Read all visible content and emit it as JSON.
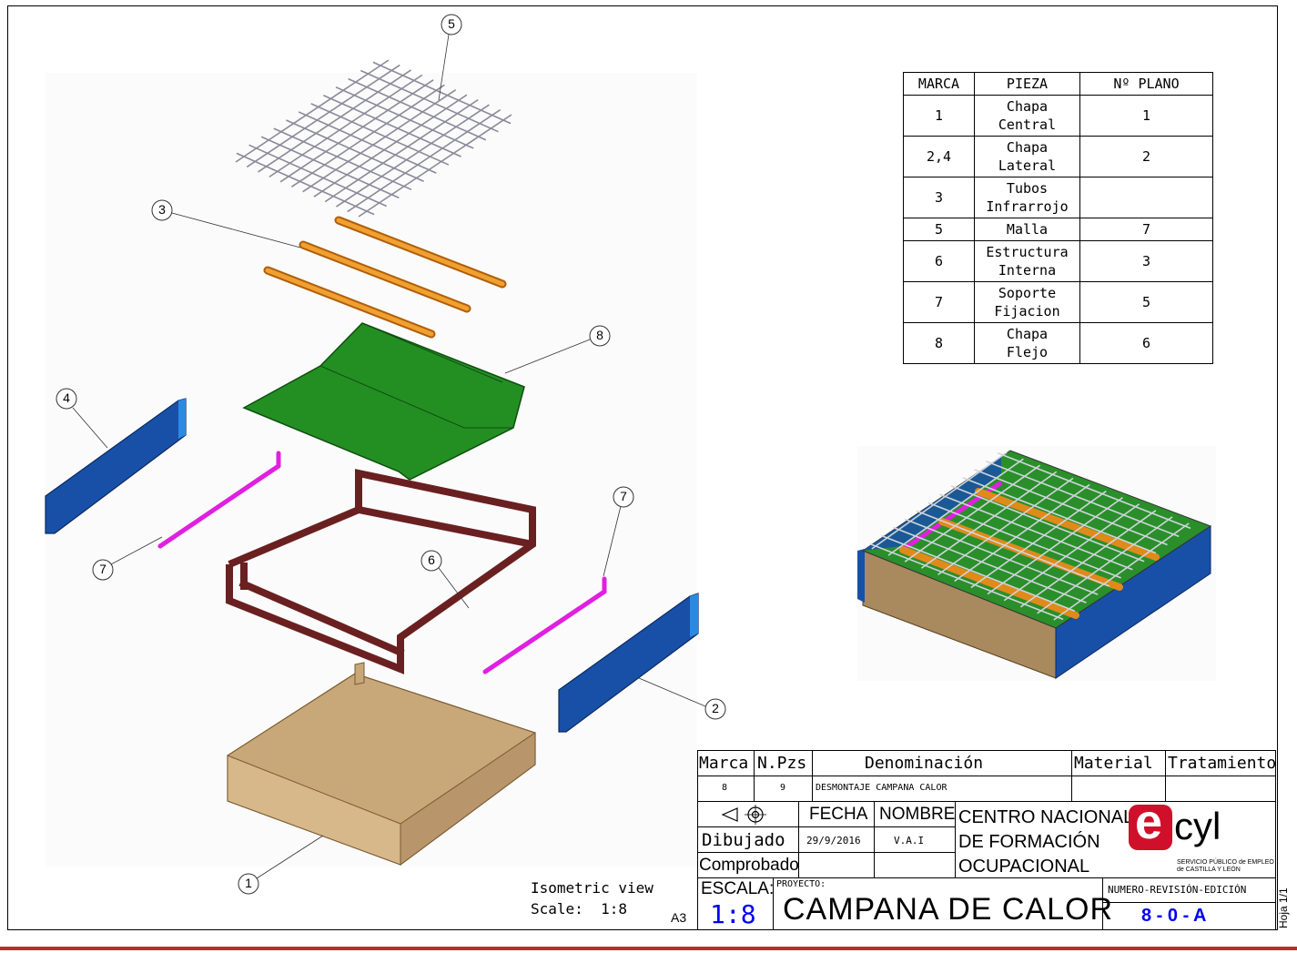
{
  "parts_table": {
    "headers": [
      "MARCA",
      "PIEZA",
      "Nº PLANO"
    ],
    "rows": [
      {
        "marca": "1",
        "pieza": [
          "Chapa",
          "Central"
        ],
        "plano": "1"
      },
      {
        "marca": "2,4",
        "pieza": [
          "Chapa",
          "Lateral"
        ],
        "plano": "2"
      },
      {
        "marca": "3",
        "pieza": [
          "Tubos",
          "Infrarrojo"
        ],
        "plano": ""
      },
      {
        "marca": "5",
        "pieza": [
          "Malla"
        ],
        "plano": "7"
      },
      {
        "marca": "6",
        "pieza": [
          "Estructura",
          "Interna"
        ],
        "plano": "3"
      },
      {
        "marca": "7",
        "pieza": [
          "Soporte",
          "Fijacion"
        ],
        "plano": "5"
      },
      {
        "marca": "8",
        "pieza": [
          "Chapa",
          "Flejo"
        ],
        "plano": "6"
      }
    ]
  },
  "balloons": [
    "5",
    "3",
    "8",
    "4",
    "7",
    "6",
    "7",
    "2",
    "1"
  ],
  "view_note": {
    "line1": "Isometric view",
    "line2": "Scale:  1:8"
  },
  "sheet_size": "A3",
  "title_block": {
    "headers": {
      "marca": "Marca",
      "npzs": "N.Pzs",
      "denominacion": "Denominación",
      "material": "Material",
      "tratamiento": "Tratamiento"
    },
    "row": {
      "marca": "8",
      "npzs": "9",
      "denominacion": "DESMONTAJE CAMPANA CALOR"
    },
    "fecha_label": "FECHA",
    "nombre_label": "NOMBRE",
    "dibujado_label": "Dibujado",
    "dibujado_fecha": "29/9/2016",
    "dibujado_nombre": "V.A.I",
    "comprobado_label": "Comprobado",
    "centro": [
      "CENTRO NACIONAL",
      "DE FORMACIÓN",
      "OCUPACIONAL"
    ],
    "escala_label": "ESCALA:",
    "escala_value": "1:8",
    "proyecto_label": "PROYECTO:",
    "proyecto_value": "CAMPANA DE CALOR",
    "numero_label": "NUMERO-REVISIÓN-EDICIÓN",
    "numero_value": "8 - 0 - A",
    "hoja": "Hoja 1/1"
  },
  "logo": {
    "letter": "e",
    "text": "cyl",
    "sub1": "SERVICIO PÚBLICO de EMPLEO",
    "sub2": "de CASTILLA Y LEÓN",
    "color": "#d0102a"
  },
  "colors": {
    "mesh": "#8a8a9a",
    "tubes": "#e08a1a",
    "chapa_flejo": "#1f8a1f",
    "chapa_lateral": "#1850a8",
    "soporte": "#e020e0",
    "estructura": "#7a2a2a",
    "chapa_central": "#c8a878",
    "number_blue": "#0000ee"
  }
}
